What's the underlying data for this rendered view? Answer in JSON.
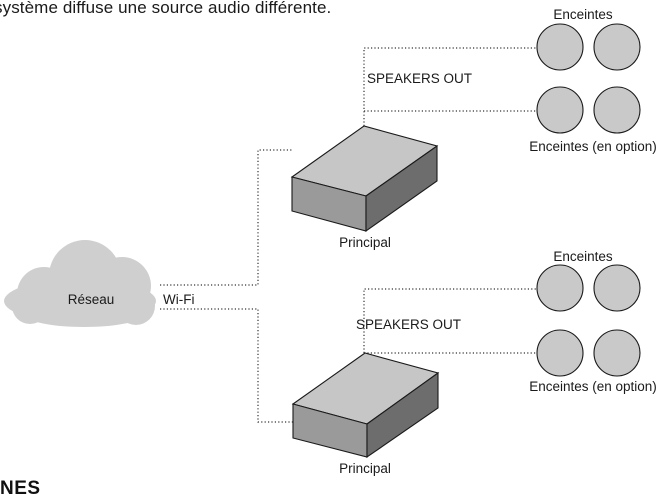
{
  "intro_text": "système diffuse une source audio différente.",
  "heading_fragment": "NES",
  "network": {
    "label": "Réseau",
    "link_label": "Wi-Fi"
  },
  "systems": [
    {
      "unit_label": "Principal",
      "port_label": "SPEAKERS OUT",
      "speakers_label": "Enceintes",
      "optional_speakers_label": "Enceintes (en option)"
    },
    {
      "unit_label": "Principal",
      "port_label": "SPEAKERS OUT",
      "speakers_label": "Enceintes",
      "optional_speakers_label": "Enceintes (en option)"
    }
  ],
  "colors": {
    "speaker_fill": "#c9c9c9",
    "box_top": "#c6c6c6",
    "box_left": "#9a9a9a",
    "box_right": "#6d6d6d",
    "cloud": "#cfcfcf"
  }
}
